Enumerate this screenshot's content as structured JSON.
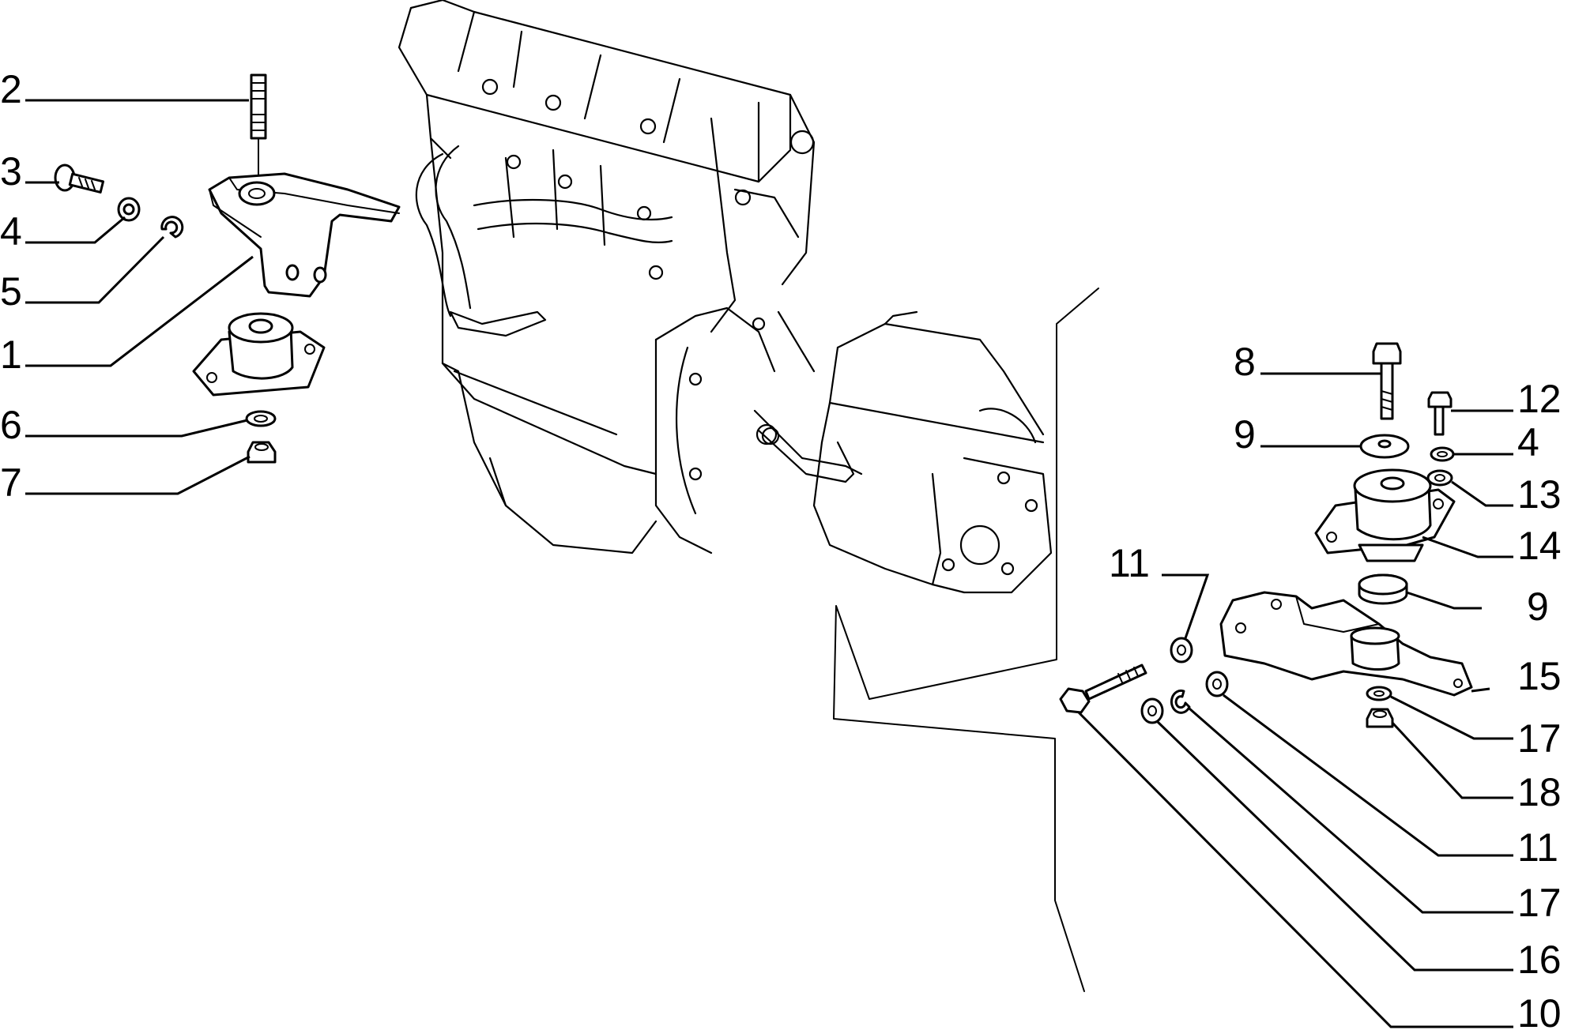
{
  "diagram": {
    "callouts": [
      {
        "id": "c2",
        "label": "2"
      },
      {
        "id": "c3",
        "label": "3"
      },
      {
        "id": "c4l",
        "label": "4"
      },
      {
        "id": "c5",
        "label": "5"
      },
      {
        "id": "c1",
        "label": "1"
      },
      {
        "id": "c6",
        "label": "6"
      },
      {
        "id": "c7",
        "label": "7"
      },
      {
        "id": "c8",
        "label": "8"
      },
      {
        "id": "c9a",
        "label": "9"
      },
      {
        "id": "c12",
        "label": "12"
      },
      {
        "id": "c4r",
        "label": "4"
      },
      {
        "id": "c13",
        "label": "13"
      },
      {
        "id": "c14",
        "label": "14"
      },
      {
        "id": "c11a",
        "label": "11"
      },
      {
        "id": "c9b",
        "label": "9"
      },
      {
        "id": "c15",
        "label": "15"
      },
      {
        "id": "c17a",
        "label": "17"
      },
      {
        "id": "c18",
        "label": "18"
      },
      {
        "id": "c11b",
        "label": "11"
      },
      {
        "id": "c17b",
        "label": "17"
      },
      {
        "id": "c16",
        "label": "16"
      },
      {
        "id": "c10",
        "label": "10"
      }
    ]
  }
}
